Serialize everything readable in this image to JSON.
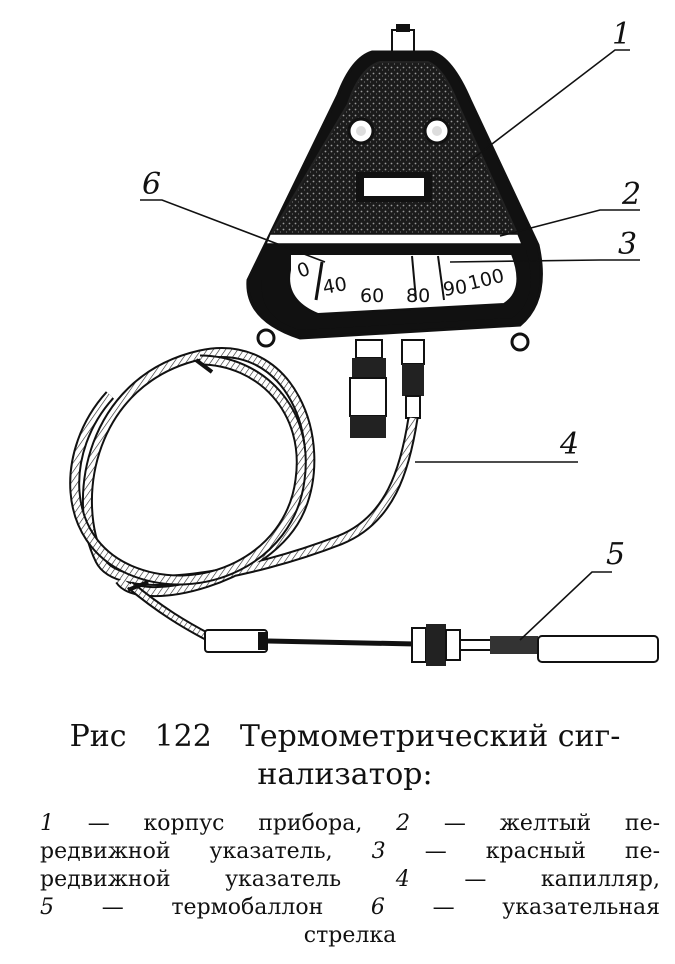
{
  "figure": {
    "callouts": [
      "1",
      "2",
      "3",
      "4",
      "5",
      "6"
    ],
    "dial_numbers": [
      "0",
      "40",
      "60",
      "80",
      "90",
      "100"
    ]
  },
  "caption": {
    "prefix": "Рис",
    "number": "122",
    "title_line1": "Термометрический сиг-",
    "title_line2": "нализатор:",
    "items": [
      {
        "num": "1",
        "text": "корпус прибора,"
      },
      {
        "num": "2",
        "text": "желтый пе-"
      },
      {
        "text": "редвижной указатель,"
      },
      {
        "num": "3",
        "text": "красный пе-"
      },
      {
        "text": "редвижной указатель"
      },
      {
        "num": "4",
        "text": "капилляр,"
      },
      {
        "num": "5",
        "text": "термобаллон"
      },
      {
        "num": "6",
        "text": "указательная"
      },
      {
        "text": "стрелка"
      }
    ],
    "dash": "—"
  }
}
